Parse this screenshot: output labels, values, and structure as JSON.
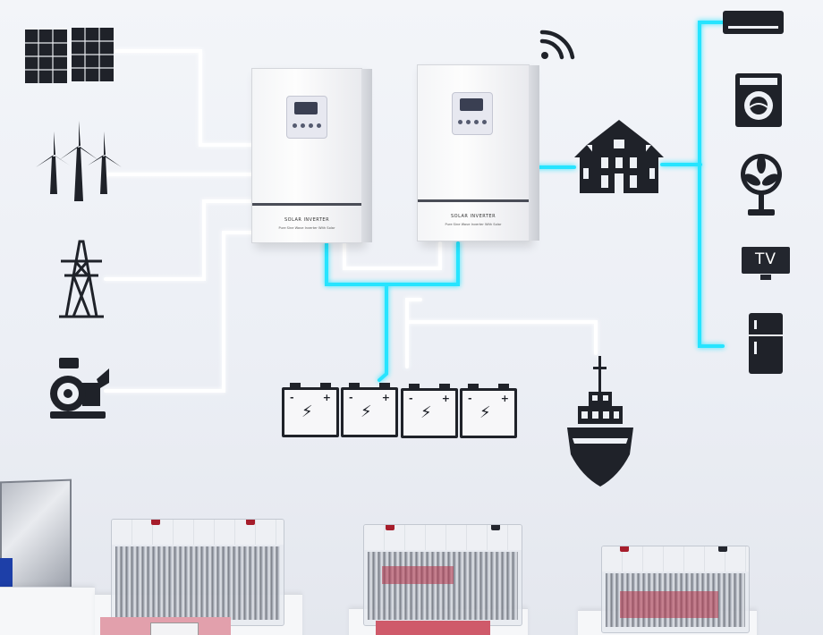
{
  "inverters": [
    {
      "label": "SOLAR INVERTER",
      "sub": "Pure Sine Wave Inverter With Solar"
    },
    {
      "label": "SOLAR INVERTER",
      "sub": "Pure Sine Wave Inverter With Solar"
    }
  ],
  "tv_label": "TV",
  "battery_signs": {
    "minus": "-",
    "plus": "+",
    "bolt": "⚡"
  },
  "colors": {
    "neon_white": "#ffffff",
    "neon_cyan": "#27e4ff",
    "icon_dark": "#1f2229",
    "wall": "#eef1f6"
  },
  "icons": [
    "solar-panel-icon",
    "wind-turbine-icon",
    "power-tower-icon",
    "generator-icon",
    "wifi-icon",
    "house-icon",
    "air-conditioner-icon",
    "washing-machine-icon",
    "fan-icon",
    "tv-icon",
    "fridge-icon",
    "battery-icon",
    "ship-icon"
  ]
}
